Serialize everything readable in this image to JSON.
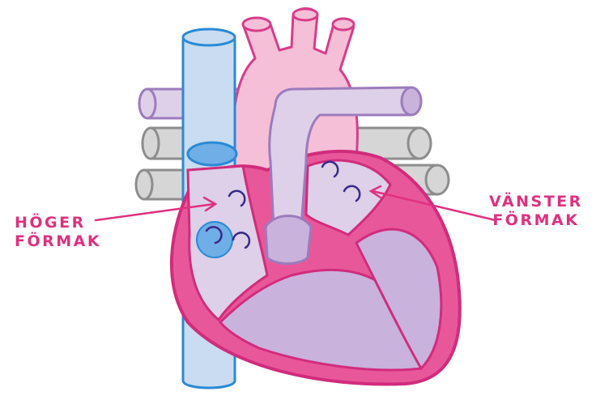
{
  "labels": {
    "right_atrium": {
      "line1": "HÖGER",
      "line2": "FÖRMAK"
    },
    "left_atrium": {
      "line1": "VÄNSTER",
      "line2": "FÖRMAK"
    }
  },
  "colors": {
    "label_pink": "#e0307f",
    "myocardium_pink": "#e8579a",
    "myocardium_dark": "#d12c7c",
    "aorta_pink": "#f6bfd8",
    "chamber_lavender": "#ddd0e8",
    "chamber_purple": "#c9b2dc",
    "vena_cava_blue": "#c9dcf1",
    "vena_cava_outline": "#2a8ad6",
    "valve_blue": "#6faee6",
    "pulmonary_vein_gray": "#d6d6d6",
    "outline_purple": "#9c7bbd",
    "arrow_dark_purple": "#3a2a8a"
  },
  "icons": [
    "circulation-arrow-icon",
    "annotation-arrow-icon"
  ]
}
